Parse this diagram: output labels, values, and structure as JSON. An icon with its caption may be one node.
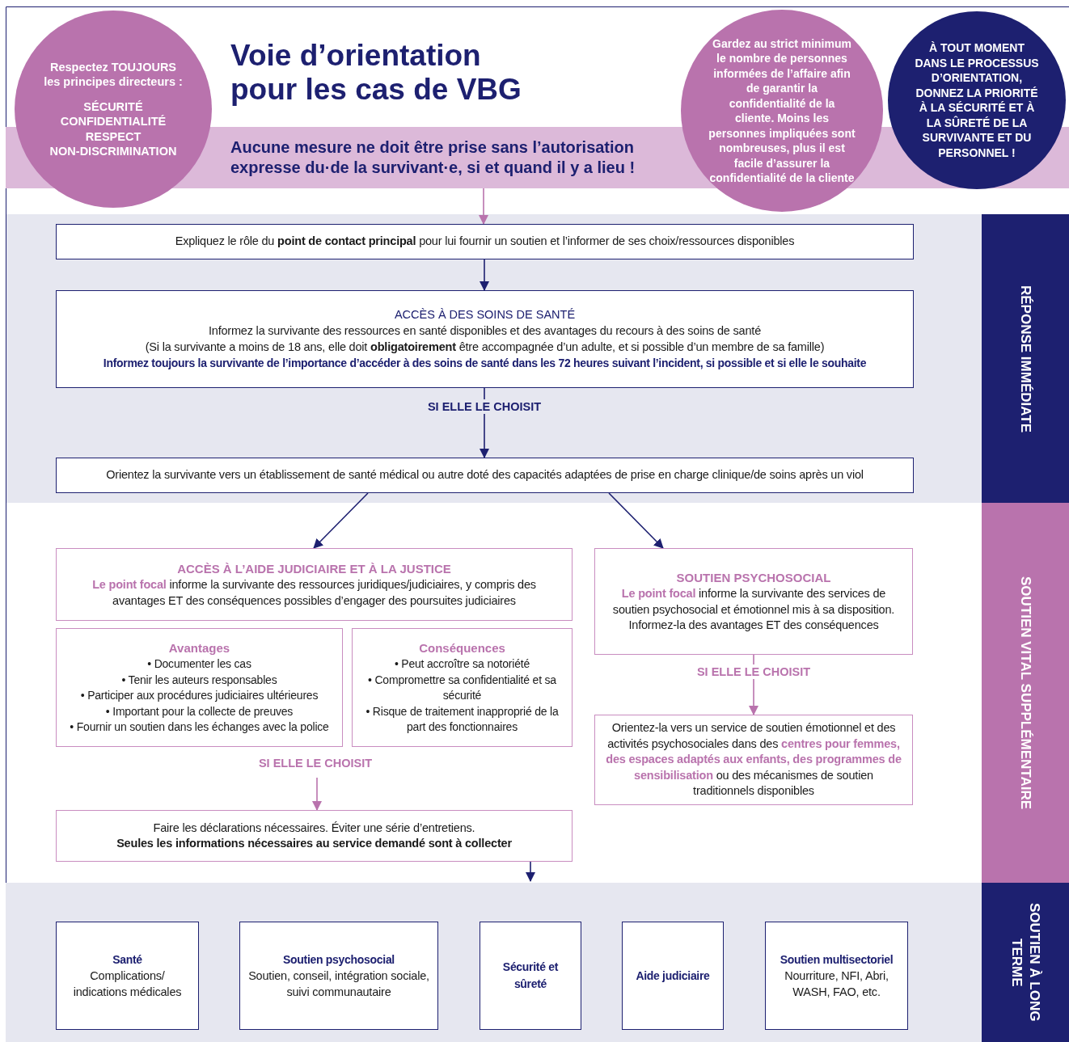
{
  "diagram": {
    "title": "Voie d’orientation pour les cas de VBG",
    "nodes": [
      {
        "text": [
          "Respectez TOUJOURS les principes directeurs :",
          "SÉCURITÉ",
          "CONFIDENTIALITÉ",
          "RESPECT",
          "NON-DISCRIMINATION"
        ]
      },
      {
        "text": [
          "Aucune mesure ne doit être prise sans l’autorisation expresse du·de la survivant·e, si et quand il y a lieu !"
        ]
      },
      {
        "text": [
          "Gardez au strict minimum le nombre de personnes informées de l’affaire afin de garantir la confidentialité de la cliente. Moins les personnes impliquées sont nombreuses, plus il est facile d’assurer la confidentialité de la cliente"
        ]
      },
      {
        "text": [
          "À TOUT MOMENT DANS LE PROCESSUS D’ORIENTATION, DONNEZ LA PRIORITÉ À LA SÉCURITÉ ET À LA SÛRETÉ DE LA SURVIVANTE ET DU PERSONNEL !"
        ]
      },
      {
        "text": [
          "Expliquez le rôle du **point de contact principal** pour lui fournir un soutien et l’informer de ses choix/ressources disponibles"
        ]
      },
      {
        "text": [
          "ACCÈS À DES SOINS DE SANTÉ",
          "Informez la survivante des ressources en santé disponibles et des avantages du recours à des soins de santé",
          "(Si la survivante a moins de 18 ans, elle doit **obligatoirement** être accompagnée d’un adulte, et si possible d’un membre de sa famille)",
          "Informez toujours la survivante de l’importance d’accéder à des soins de santé dans les 72 heures suivant l’incident, si possible et si elle le souhaite"
        ]
      },
      {
        "text": [
          "Orientez la survivante vers un établissement de santé médical ou autre doté des capacités adaptées de prise en charge clinique/de soins après un viol"
        ]
      },
      {
        "text": [
          "ACCÈS À L’AIDE JUDICIAIRE ET À LA JUSTICE",
          "**Le point focal** informe la survivante des ressources juridiques/judiciaires, y compris des avantages ET des conséquences possibles d’engager des poursuites judiciaires"
        ]
      },
      {
        "text": [
          "Avantages",
          "• Documenter les cas",
          "• Tenir les auteurs responsables",
          "• Participer aux procédures judiciaires ultérieures",
          "• Important pour la collecte de preuves",
          "• Fournir un soutien dans les échanges avec la police"
        ]
      },
      {
        "text": [
          "Conséquences",
          "• Peut accroître sa notoriété",
          "• Compromettre sa confidentialité et sa sécurité",
          "• Risque de traitement inapproprié de la part des fonctionnaires"
        ]
      },
      {
        "text": [
          "Faire les déclarations nécessaires. Éviter une série d’entretiens.",
          "Seules les informations nécessaires au service demandé sont à collecter"
        ]
      },
      {
        "text": [
          "SOUTIEN PSYCHOSOCIAL",
          "**Le point focal** informe la survivante des services de soutien psychosocial et émotionnel mis à sa disposition. Informez-la des avantages ET des conséquences"
        ]
      },
      {
        "text": [
          "Orientez-la vers un service de soutien émotionnel et des activités psychosociales dans des **centres pour femmes, des espaces adaptés aux enfants, des programmes de sensibilisation** ou des mécanismes de soutien traditionnels disponibles"
        ]
      },
      {
        "text": [
          "Santé",
          "Complications/ indications médicales"
        ]
      },
      {
        "text": [
          "Soutien psychosocial",
          "Soutien, conseil, intégration sociale, suivi communautaire"
        ]
      },
      {
        "text": [
          "Sécurité et sûreté"
        ]
      },
      {
        "text": [
          "Aide judiciaire"
        ]
      },
      {
        "text": [
          "Soutien multisectoriel",
          "Nourriture, NFI, Abri, WASH, FAO, etc."
        ]
      },
      {
        "text": [
          "RÉPONSE IMMÉDIATE"
        ]
      },
      {
        "text": [
          "SOUTIEN VITAL SUPPLÉMENTAIRE"
        ]
      },
      {
        "text": [
          "SOUTIEN À LONG TERME"
        ]
      }
    ],
    "edges": [
      {
        "from": 1,
        "to": 4,
        "arrow": "to",
        "color": "#b973ad"
      },
      {
        "from": 4,
        "to": 5,
        "arrow": "to"
      },
      {
        "from": 5,
        "to": 6,
        "arrow": "to",
        "label": "SI ELLE LE CHOISIT"
      },
      {
        "from": 6,
        "to": 7,
        "arrow": "to"
      },
      {
        "from": 6,
        "to": 11,
        "arrow": "to"
      },
      {
        "from": null,
        "to": 10,
        "arrow": "to",
        "label": "SI ELLE LE CHOISIT",
        "color": "#b973ad"
      },
      {
        "from": 11,
        "to": 12,
        "arrow": "to",
        "label": "SI ELLE LE CHOISIT",
        "color": "#b973ad"
      },
      {
        "from": 10,
        "to": null,
        "arrow": "to"
      }
    ]
  }
}
